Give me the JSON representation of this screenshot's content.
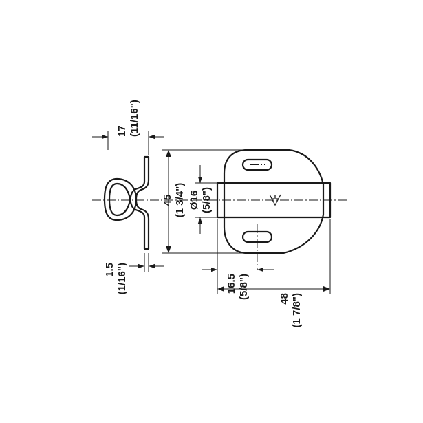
{
  "dimensions": {
    "side_width": {
      "metric": "17",
      "imperial": "(11/16\")"
    },
    "height": {
      "metric": "45",
      "imperial": "(1 3/4\")"
    },
    "hole_diameter": {
      "metric": "Ø16",
      "imperial": "(5/8\")"
    },
    "thickness": {
      "metric": "1.5",
      "imperial": "(1/16\")"
    },
    "center_offset": {
      "metric": "16.5",
      "imperial": "(5/8\")"
    },
    "overall_width": {
      "metric": "48",
      "imperial": "(1 7/8\")"
    }
  },
  "colors": {
    "line": "#1a1a1a",
    "background": "#ffffff"
  }
}
